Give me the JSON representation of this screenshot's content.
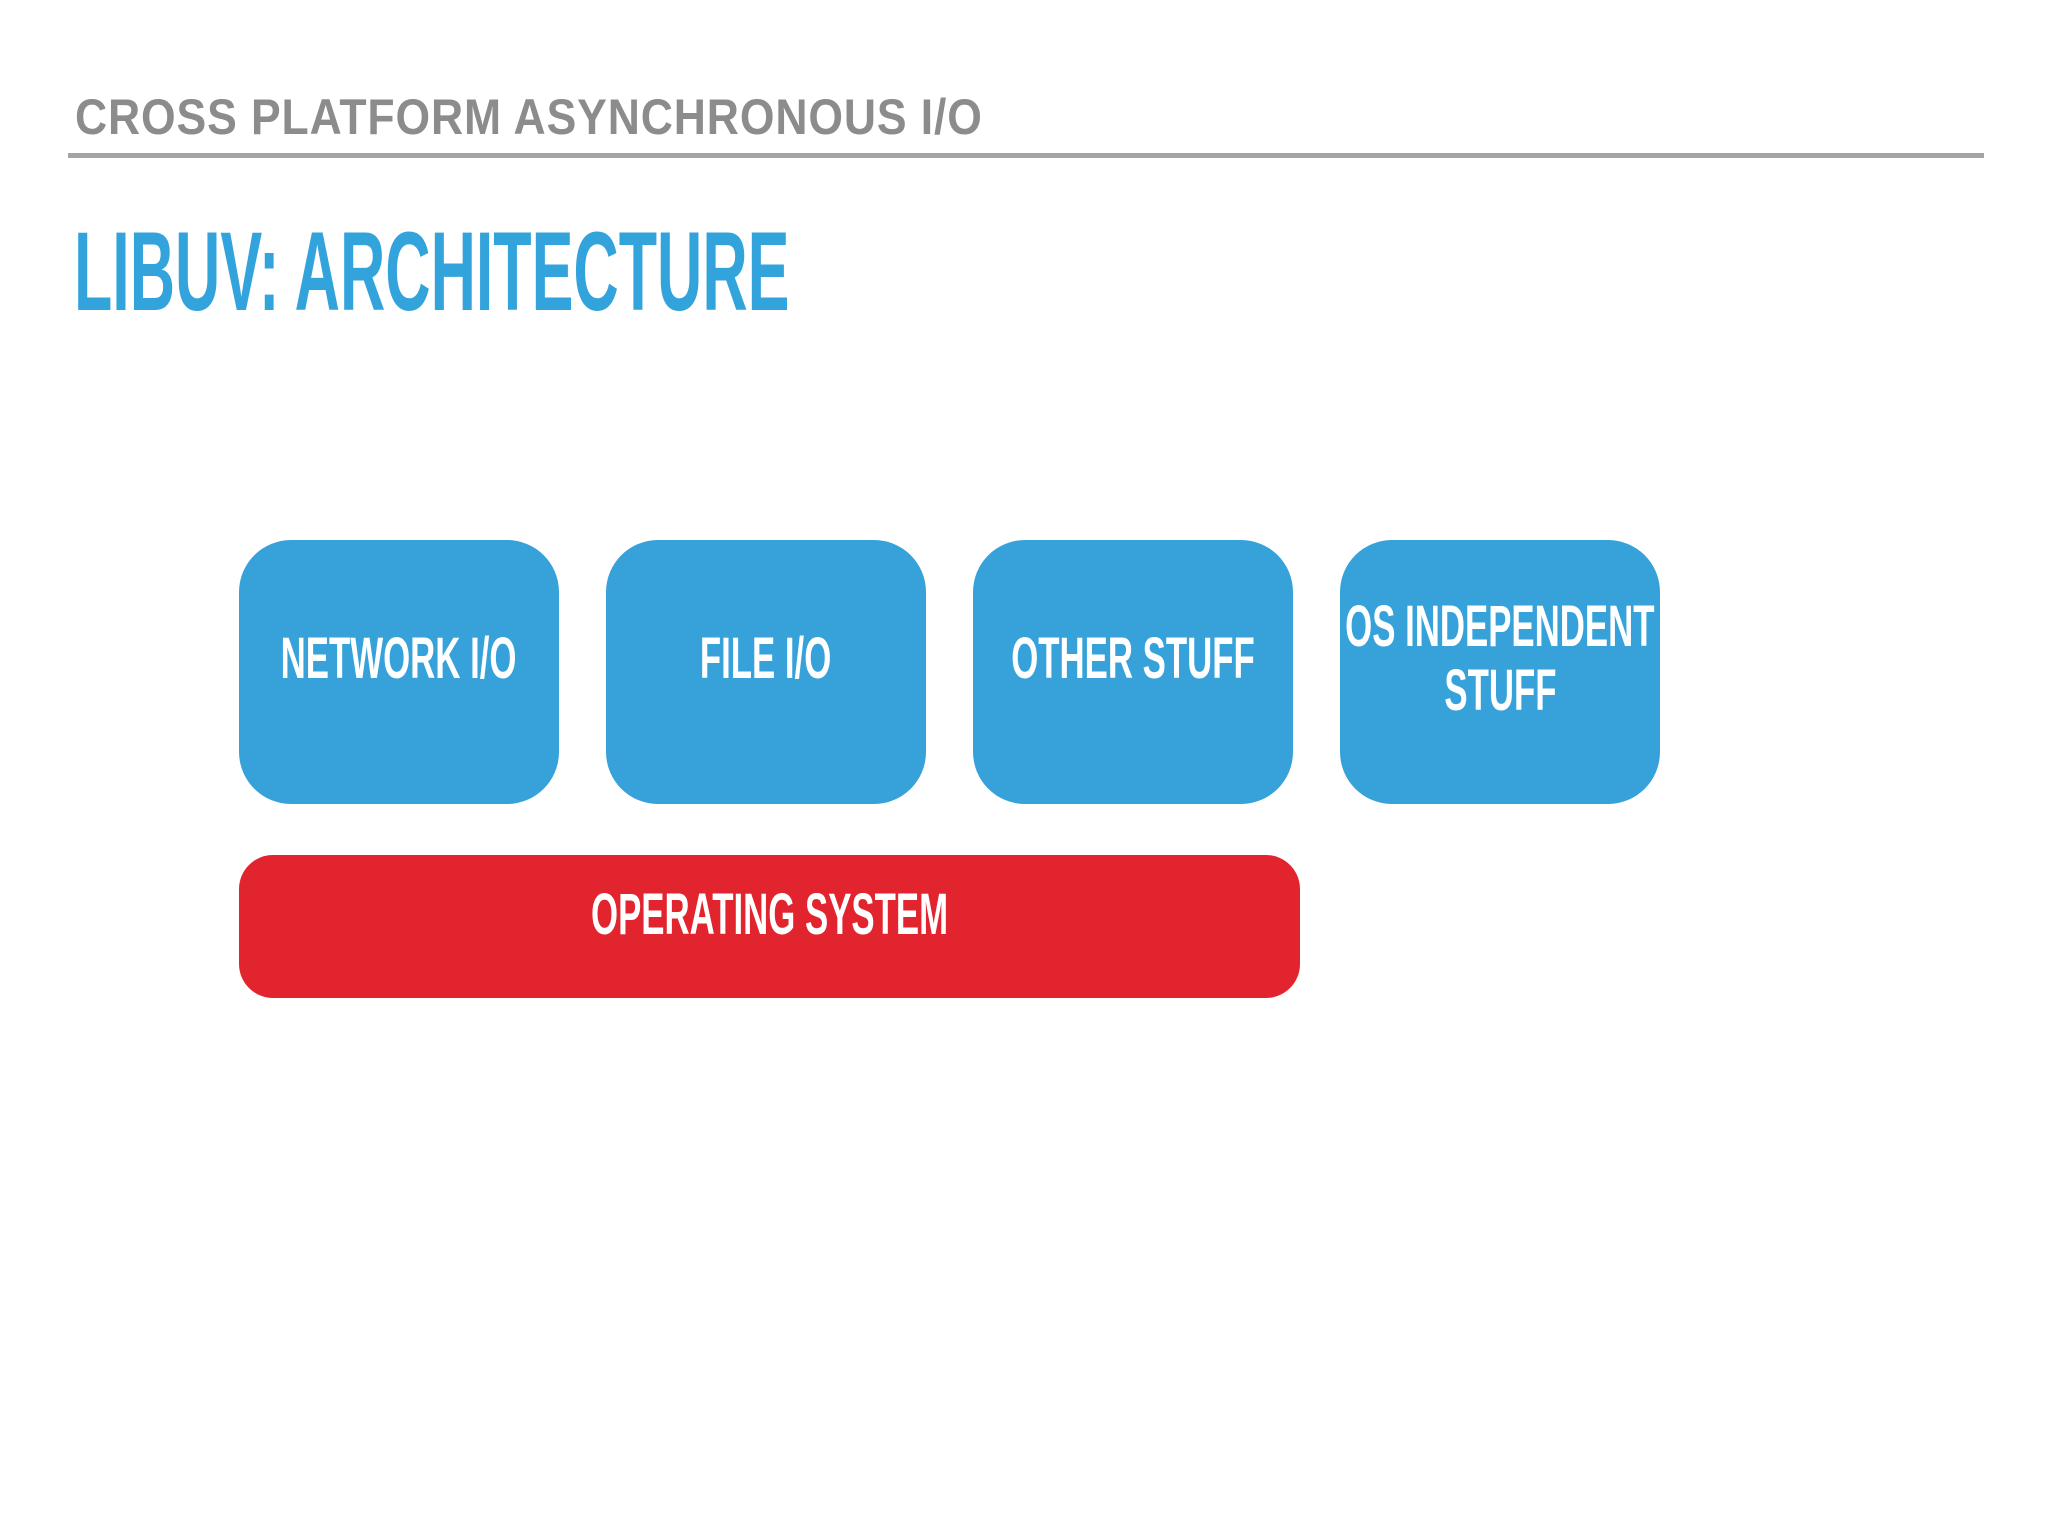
{
  "slide": {
    "kicker": "CROSS PLATFORM ASYNCHRONOUS I/O",
    "title": "LIBUV: ARCHITECTURE"
  },
  "diagram": {
    "boxes": [
      {
        "id": "network-io",
        "lines": [
          "NETWORK I/O"
        ]
      },
      {
        "id": "file-io",
        "lines": [
          "FILE I/O"
        ]
      },
      {
        "id": "other-stuff",
        "lines": [
          "OTHER STUFF"
        ]
      },
      {
        "id": "os-independent-stuff",
        "lines": [
          "OS INDEPENDENT",
          "STUFF"
        ]
      }
    ],
    "os_bar": {
      "label": "OPERATING SYSTEM"
    }
  },
  "colors": {
    "background": "#ffffff",
    "box-blue": "#37a2da",
    "os-red": "#e1242e",
    "title-blue": "#33a3db",
    "kicker-gray": "#8c8c8c",
    "rule-gray": "#a4a4a4",
    "label-white": "#ffffff"
  }
}
